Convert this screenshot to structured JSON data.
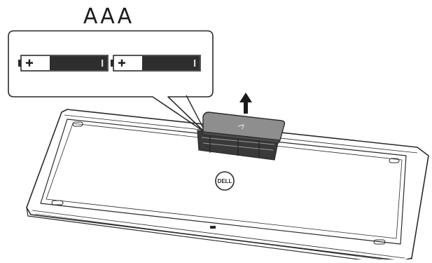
{
  "battery_label": "AAA",
  "battery_count": 2,
  "icons": {
    "battery": "battery-icon",
    "plus": "plus-terminal-icon",
    "minus": "minus-terminal-icon",
    "arrow": "arrow-up-icon",
    "logo": "dell-logo"
  },
  "colors": {
    "line": "#2a2a2a",
    "battery_fill": "#2e2e2e",
    "door_fill": "#8a8a8a",
    "door_shadow": "#4a4a4a",
    "background": "#ffffff"
  }
}
